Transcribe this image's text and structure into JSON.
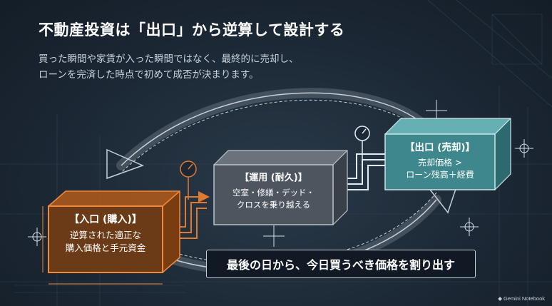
{
  "title": "不動産投資は「出口」から逆算して設計する",
  "subtitle": {
    "line1": "買った瞬間や家賃が入った瞬間ではなく、最終的に売却し、",
    "line2": "ローンを完済した時点で初めて成否が決まります。"
  },
  "boxes": {
    "entry": {
      "heading": "【入口 (購入)】",
      "line1": "逆算された適正な",
      "line2": "購入価格と手元資金"
    },
    "operation": {
      "heading": "【運用 (耐久)】",
      "line1": "空室・修繕・デッド・",
      "line2": "クロスを乗り越える"
    },
    "exit": {
      "heading": "【出口 (売却)】",
      "line1": "売却価格 >",
      "line2": "ローン残高＋経費"
    }
  },
  "banner": "最後の日から、今日買うべき価格を割り出す",
  "brand": "Gemini Notebook",
  "colors": {
    "background": "#1c2835",
    "entry": "#e07a2e",
    "operation": "#4a525c",
    "exit": "#3e8a90",
    "blueprint_line": "#7f93a8"
  }
}
